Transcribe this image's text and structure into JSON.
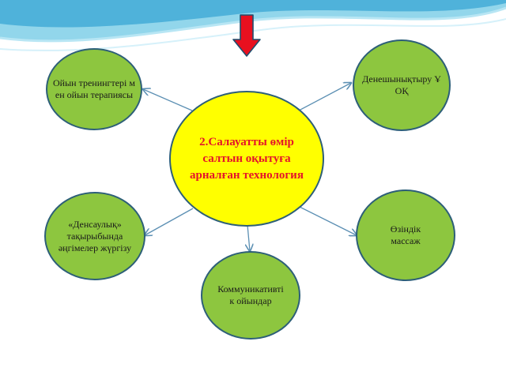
{
  "diagram": {
    "center": {
      "label": "2.Салауатты өмір салтын оқытуға арналған технология"
    },
    "nodes": [
      {
        "id": "top-left",
        "label": "Ойын тренингтері мен ойын терапиясы"
      },
      {
        "id": "top-right",
        "label": "Денешынықтыру ҰОҚ"
      },
      {
        "id": "mid-left",
        "label": "«Денсаулық» тақырыбында әңгімелер жүргізу"
      },
      {
        "id": "mid-right",
        "label": "Өзіндік массаж"
      },
      {
        "id": "bottom",
        "label": "Коммуникативтік ойындар"
      }
    ]
  },
  "colors": {
    "node_fill": "#8dc63f",
    "center_fill": "#ffff00",
    "center_text": "#e4142a",
    "outline": "#2d5f78",
    "connector": "#5b8fb3",
    "arrow": "#e8101f"
  }
}
